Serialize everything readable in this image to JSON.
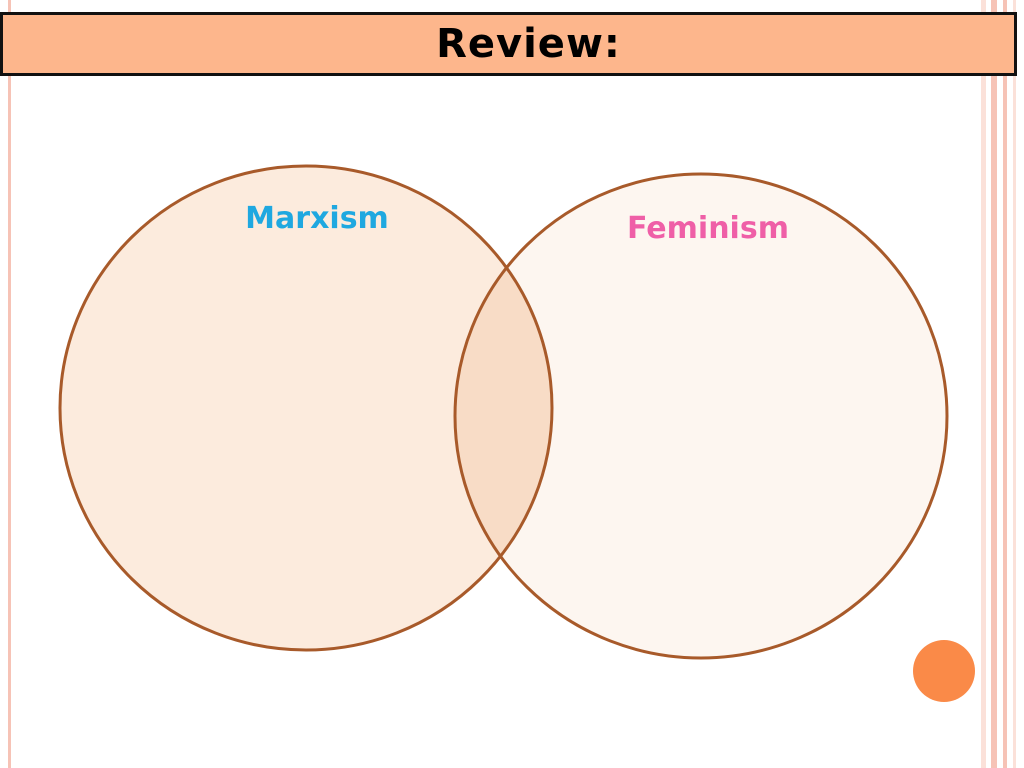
{
  "slide": {
    "title": "Review:",
    "colors": {
      "title_bar_fill": "#FDB68C",
      "border_pink": "#F6C3B6",
      "border_light": "#FBE1D9",
      "circle_stroke": "#A85A2A",
      "circle_left_fill": "#FCEBDD",
      "circle_right_fill": "#FDF6F0",
      "overlap_fill": "#F8DCC6",
      "accent_dot": "#FA8A48"
    }
  },
  "venn": {
    "left_label": "Marxism",
    "left_label_color": "#1FA8E0",
    "right_label": "Feminism",
    "right_label_color": "#EF5FA7"
  }
}
